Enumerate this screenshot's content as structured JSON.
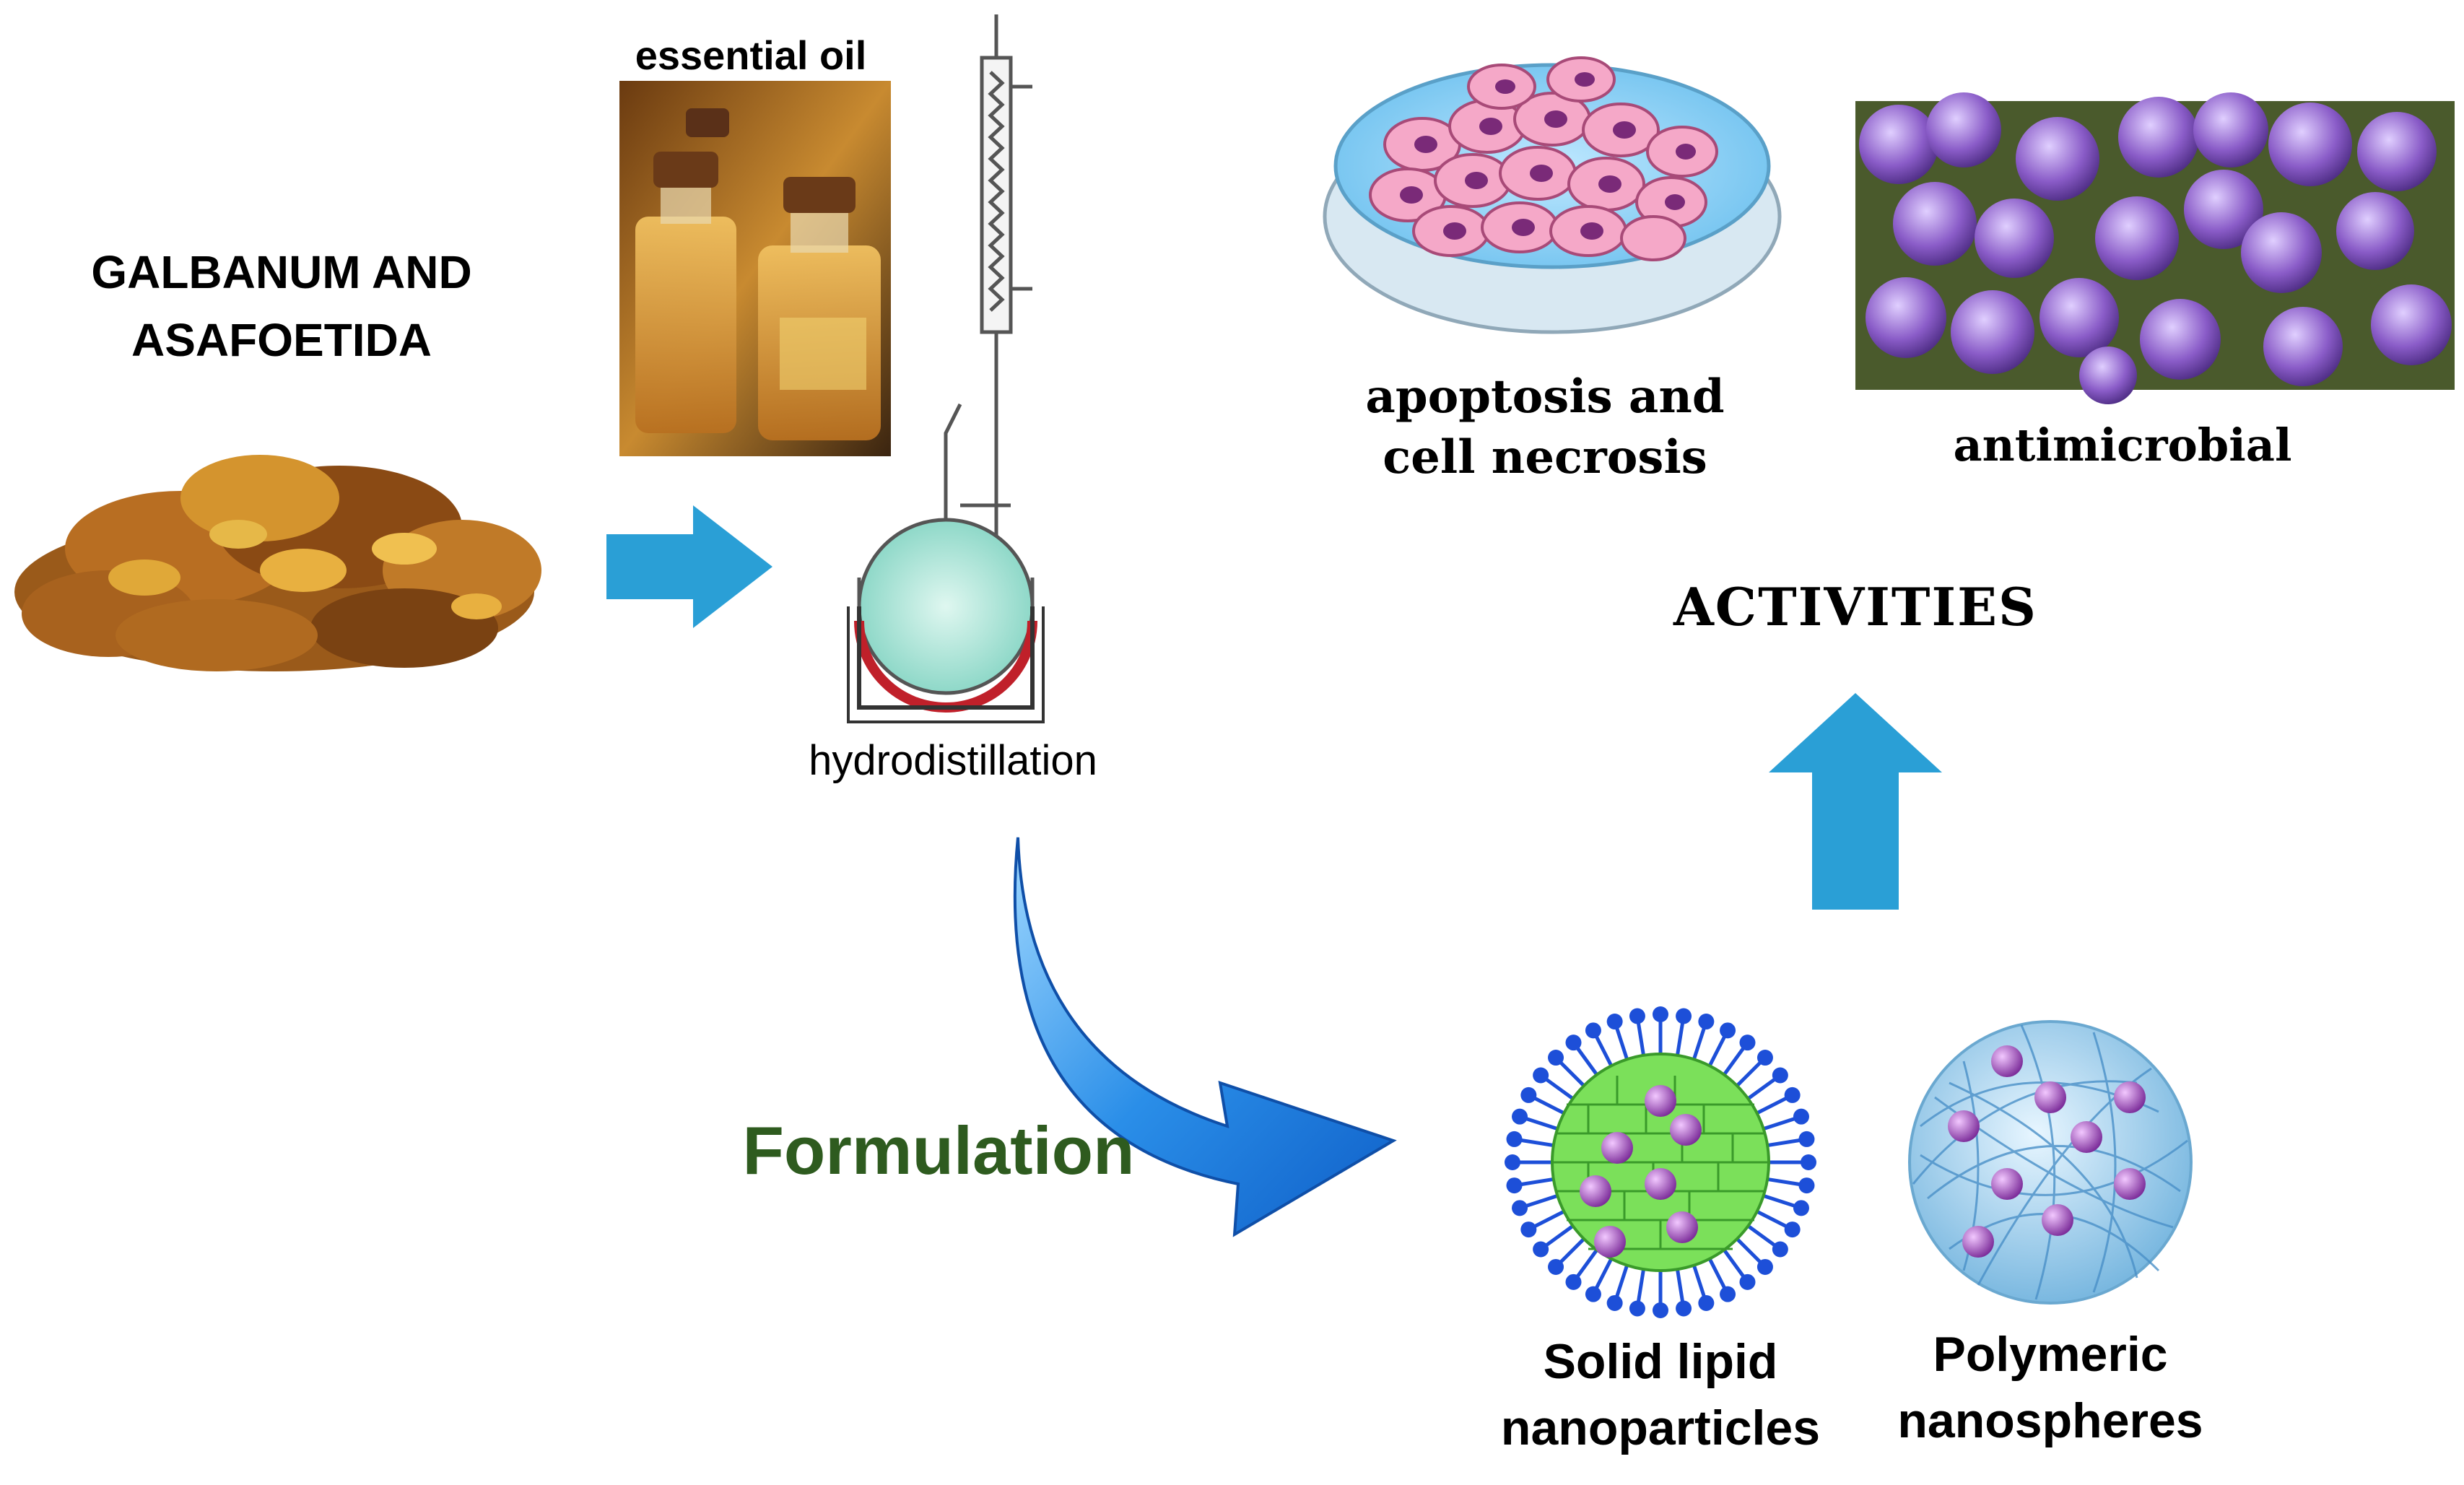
{
  "labels": {
    "source_line1": "GALBANUM AND",
    "source_line2": "ASAFOETIDA",
    "essential_oil": "essential oil",
    "hydrodistillation": "hydrodistillation",
    "formulation": "Formulation",
    "apoptosis_line1": "apoptosis and",
    "apoptosis_line2": "cell necrosis",
    "antimicrobial": "antimicrobial",
    "activities": "ACTIVITIES",
    "sln_line1": "Solid lipid",
    "sln_line2": "nanoparticles",
    "polymeric_line1": "Polymeric",
    "polymeric_line2": "nanospheres"
  },
  "colors": {
    "arrow_blue": "#2a9fd6",
    "formulation_green": "#2e5b1f",
    "resin_amber": "#c8842a",
    "lipid_green": "#7be05a",
    "surfactant_blue": "#1d4fd8",
    "drug_purple": "#9b3fb8",
    "bacteria_purple": "#8a5cc8",
    "cell_pink": "#f5a8c8"
  },
  "icons": [
    "resin-image",
    "essential-oil-bottles-image",
    "distillation-apparatus-icon",
    "petri-dish-cells-icon",
    "bacteria-micrograph-image",
    "solid-lipid-nanoparticle-icon",
    "polymeric-nanosphere-icon"
  ]
}
